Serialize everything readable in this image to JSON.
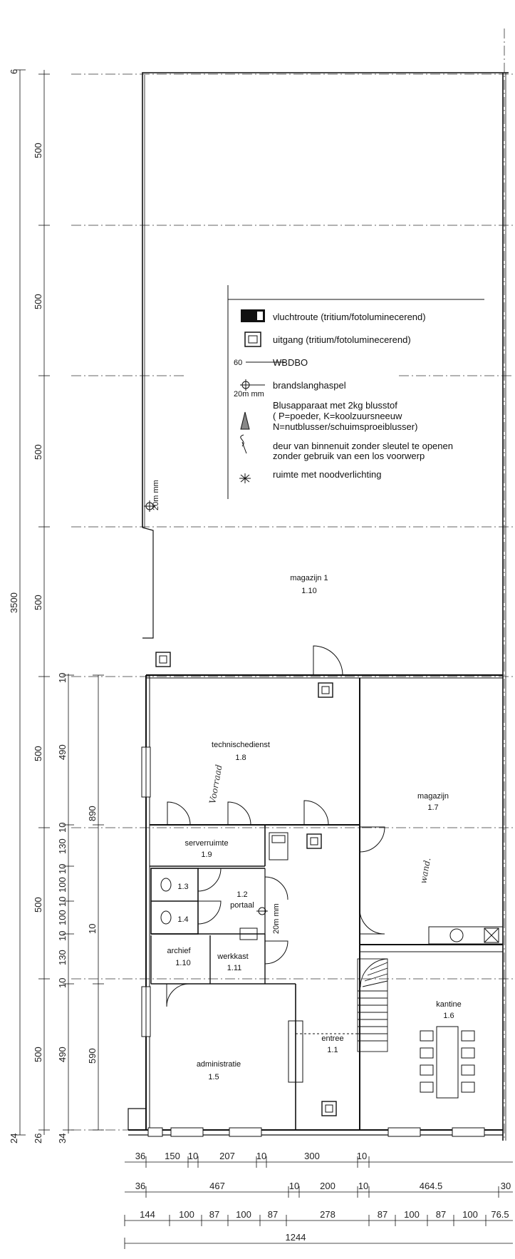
{
  "rooms": {
    "magazijn1": {
      "name": "magazijn 1",
      "num": "1.10"
    },
    "technischedienst": {
      "name": "technischedienst",
      "num": "1.8"
    },
    "magazijn": {
      "name": "magazijn",
      "num": "1.7"
    },
    "serverruimte": {
      "name": "serverruimte",
      "num": "1.9"
    },
    "r13": {
      "num": "1.3"
    },
    "r14": {
      "num": "1.4"
    },
    "portaal": {
      "num": "1.2",
      "name": "portaal"
    },
    "archief": {
      "name": "archief",
      "num": "1.10"
    },
    "werkkast": {
      "name": "werkkast",
      "num": "1.11"
    },
    "entree": {
      "name": "entree",
      "num": "1.1"
    },
    "kantine": {
      "name": "kantine",
      "num": "1.6"
    },
    "administratie": {
      "name": "administratie",
      "num": "1.5"
    }
  },
  "legend": {
    "vluchtroute": "vluchtroute (tritium/fotoluminecerend)",
    "uitgang": "uitgang (tritium/fotoluminecerend)",
    "wbdbo_num": "60",
    "wbdbo": "WBDBO",
    "hose_size": "20m mm",
    "brandslang": "brandslanghaspel",
    "blus1": "Blusapparaat met 2kg blusstof",
    "blus2": "( P=poeder, K=koolzuursneeuw",
    "blus3": "N=nutblusser/schuimsproeiblusser)",
    "deur1": "deur van binnenuit zonder sleutel te openen",
    "deur2": "zonder gebruik van een los voorwerp",
    "nood": "ruimte met noodverlichting"
  },
  "handwriting": {
    "vertical": "Voorraad",
    "magazijn": "wand."
  },
  "hose_labels": {
    "upper": "20m mm",
    "mid": "20m mm"
  },
  "dims_left_outer": {
    "total": "3500",
    "top": "6",
    "bottom1": "24",
    "bottom2": "26"
  },
  "dims_left_grid": [
    "500",
    "500",
    "500",
    "500",
    "500",
    "500",
    "500"
  ],
  "dims_left_inner": [
    "10",
    "490",
    "10",
    "130",
    "10",
    "100",
    "10",
    "100",
    "10",
    "130",
    "10",
    "490",
    "34"
  ],
  "dims_left_inner2": [
    "890",
    "10",
    "590"
  ],
  "dims_bottom_row1": [
    "36",
    "150",
    "10",
    "207",
    "10",
    "300",
    "10"
  ],
  "dims_bottom_row2": [
    "36",
    "467",
    "10",
    "200",
    "10",
    "464.5",
    "30"
  ],
  "dims_bottom_row3": [
    "144",
    "100",
    "87",
    "100",
    "87",
    "278",
    "87",
    "100",
    "87",
    "100",
    "76.5"
  ],
  "dims_bottom_total": "1244"
}
